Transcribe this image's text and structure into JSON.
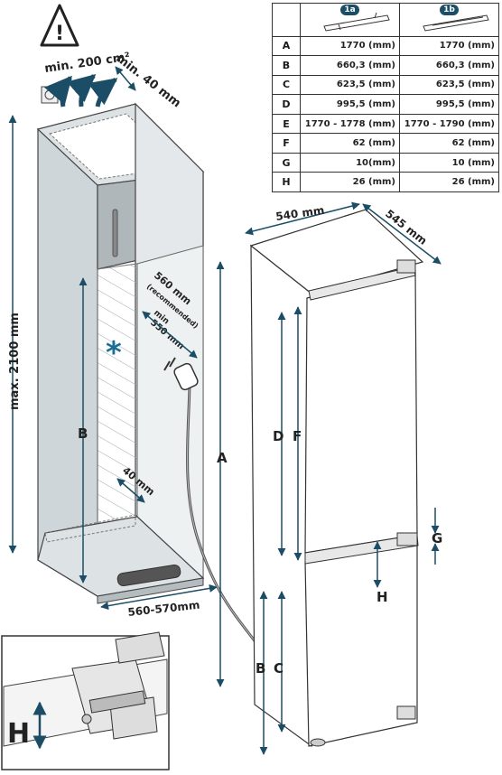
{
  "table": {
    "variant_a": "1a",
    "variant_b": "1b",
    "rows": [
      {
        "key": "A",
        "a": "1770 (mm)",
        "b": "1770 (mm)"
      },
      {
        "key": "B",
        "a": "660,3 (mm)",
        "b": "660,3 (mm)"
      },
      {
        "key": "C",
        "a": "623,5 (mm)",
        "b": "623,5 (mm)"
      },
      {
        "key": "D",
        "a": "995,5 (mm)",
        "b": "995,5 (mm)"
      },
      {
        "key": "E",
        "a": "1770 - 1778 (mm)",
        "b": "1770 - 1790 (mm)"
      },
      {
        "key": "F",
        "a": "62 (mm)",
        "b": "62 (mm)"
      },
      {
        "key": "G",
        "a": "10(mm)",
        "b": "10 (mm)"
      },
      {
        "key": "H",
        "a": "26 (mm)",
        "b": "26 (mm)"
      }
    ]
  },
  "labels": {
    "vent_area": "min. 200 cm²",
    "vent_gap": "min. 40 mm",
    "max_height": "max. 2100 mm",
    "depth_rec": "560 mm",
    "depth_rec_note": "(recommended)",
    "depth_min": "min",
    "depth_min_val": "550 mm",
    "gap_40": "40 mm",
    "niche_width": "560-570mm",
    "width": "540 mm",
    "depth": "545 mm",
    "asterisk": "*",
    "warning": "!",
    "A": "A",
    "B": "B",
    "C": "C",
    "D": "D",
    "F": "F",
    "G": "G",
    "H": "H"
  }
}
